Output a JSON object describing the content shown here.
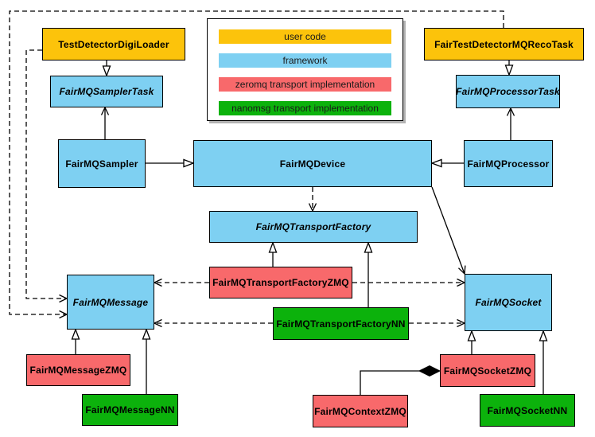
{
  "colors": {
    "user_code": "#FCC30B",
    "framework": "#7ED0F2",
    "zeromq": "#F8696B",
    "nanomsg": "#0CB20C",
    "line": "#000000",
    "canvas": "#FFFFFF"
  },
  "legend": {
    "items": [
      {
        "label": "user code",
        "category": "user_code"
      },
      {
        "label": "framework",
        "category": "framework"
      },
      {
        "label": "zeromq transport implementation",
        "category": "zeromq"
      },
      {
        "label": "nanomsg transport implementation",
        "category": "nanomsg"
      }
    ]
  },
  "nodes": {
    "testDetectorDigiLoader": {
      "label": "TestDetectorDigiLoader",
      "category": "user_code",
      "abstract": false
    },
    "fairTestDetectorMQRecoTask": {
      "label": "FairTestDetectorMQRecoTask",
      "category": "user_code",
      "abstract": false
    },
    "fairMQSamplerTask": {
      "label": "FairMQSamplerTask",
      "category": "framework",
      "abstract": true
    },
    "fairMQProcessorTask": {
      "label": "FairMQProcessorTask",
      "category": "framework",
      "abstract": true
    },
    "fairMQSampler": {
      "label": "FairMQSampler",
      "category": "framework",
      "abstract": false
    },
    "fairMQDevice": {
      "label": "FairMQDevice",
      "category": "framework",
      "abstract": false
    },
    "fairMQProcessor": {
      "label": "FairMQProcessor",
      "category": "framework",
      "abstract": false
    },
    "fairMQTransportFactory": {
      "label": "FairMQTransportFactory",
      "category": "framework",
      "abstract": true
    },
    "fairMQTransportFactoryZMQ": {
      "label": "FairMQTransportFactoryZMQ",
      "category": "zeromq",
      "abstract": false
    },
    "fairMQTransportFactoryNN": {
      "label": "FairMQTransportFactoryNN",
      "category": "nanomsg",
      "abstract": false
    },
    "fairMQMessage": {
      "label": "FairMQMessage",
      "category": "framework",
      "abstract": true
    },
    "fairMQSocket": {
      "label": "FairMQSocket",
      "category": "framework",
      "abstract": true
    },
    "fairMQMessageZMQ": {
      "label": "FairMQMessageZMQ",
      "category": "zeromq",
      "abstract": false
    },
    "fairMQMessageNN": {
      "label": "FairMQMessageNN",
      "category": "nanomsg",
      "abstract": false
    },
    "fairMQContextZMQ": {
      "label": "FairMQContextZMQ",
      "category": "zeromq",
      "abstract": false
    },
    "fairMQSocketZMQ": {
      "label": "FairMQSocketZMQ",
      "category": "zeromq",
      "abstract": false
    },
    "fairMQSocketNN": {
      "label": "FairMQSocketNN",
      "category": "nanomsg",
      "abstract": false
    }
  },
  "edges": [
    {
      "from": "TestDetectorDigiLoader",
      "to": "FairMQSamplerTask",
      "type": "inheritance"
    },
    {
      "from": "FairTestDetectorMQRecoTask",
      "to": "FairMQProcessorTask",
      "type": "inheritance"
    },
    {
      "from": "FairMQSampler",
      "to": "FairMQDevice",
      "type": "inheritance"
    },
    {
      "from": "FairMQProcessor",
      "to": "FairMQDevice",
      "type": "inheritance"
    },
    {
      "from": "FairMQSampler",
      "to": "FairMQSamplerTask",
      "type": "association"
    },
    {
      "from": "FairMQProcessor",
      "to": "FairMQProcessorTask",
      "type": "association"
    },
    {
      "from": "FairMQDevice",
      "to": "FairMQSocket",
      "type": "association"
    },
    {
      "from": "FairMQDevice",
      "to": "FairMQTransportFactory",
      "type": "dependency"
    },
    {
      "from": "TestDetectorDigiLoader",
      "to": "FairMQMessage",
      "type": "dependency"
    },
    {
      "from": "FairTestDetectorMQRecoTask",
      "to": "FairMQMessage",
      "type": "dependency"
    },
    {
      "from": "FairMQTransportFactoryZMQ",
      "to": "FairMQTransportFactory",
      "type": "inheritance"
    },
    {
      "from": "FairMQTransportFactoryNN",
      "to": "FairMQTransportFactory",
      "type": "inheritance"
    },
    {
      "from": "FairMQTransportFactoryZMQ",
      "to": "FairMQMessage",
      "type": "dependency"
    },
    {
      "from": "FairMQTransportFactoryZMQ",
      "to": "FairMQSocket",
      "type": "dependency"
    },
    {
      "from": "FairMQTransportFactoryNN",
      "to": "FairMQMessage",
      "type": "dependency"
    },
    {
      "from": "FairMQTransportFactoryNN",
      "to": "FairMQSocket",
      "type": "dependency"
    },
    {
      "from": "FairMQMessageZMQ",
      "to": "FairMQMessage",
      "type": "inheritance"
    },
    {
      "from": "FairMQMessageNN",
      "to": "FairMQMessage",
      "type": "inheritance"
    },
    {
      "from": "FairMQSocketZMQ",
      "to": "FairMQSocket",
      "type": "inheritance"
    },
    {
      "from": "FairMQSocketNN",
      "to": "FairMQSocket",
      "type": "inheritance"
    },
    {
      "from": "FairMQContextZMQ",
      "to": "FairMQSocketZMQ",
      "type": "composition"
    }
  ]
}
